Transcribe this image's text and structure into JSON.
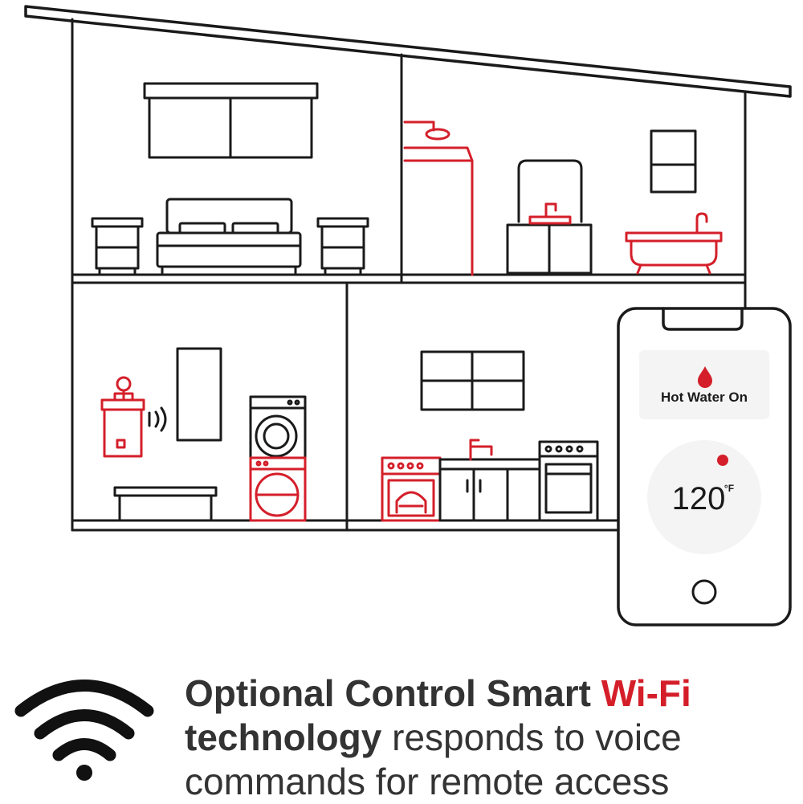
{
  "colors": {
    "outline": "#1a1a1a",
    "accent": "#d41f2a",
    "text": "#333333",
    "phone_card": "#f4f4f4"
  },
  "phone": {
    "status_label": "Hot Water On",
    "status_icon": "water-drop-icon",
    "temperature_value": "120",
    "temperature_unit": "°F",
    "indicator": "red-dot"
  },
  "caption": {
    "line1_bold": "Optional Control Smart ",
    "line1_accent": "Wi-Fi",
    "line2_bold": "technology",
    "line2_rest": " responds to voice",
    "line3": "commands for remote access"
  },
  "icons": {
    "wifi": "wifi-icon",
    "water_heater": "water-heater-icon",
    "signal": "signal-waves-icon"
  }
}
